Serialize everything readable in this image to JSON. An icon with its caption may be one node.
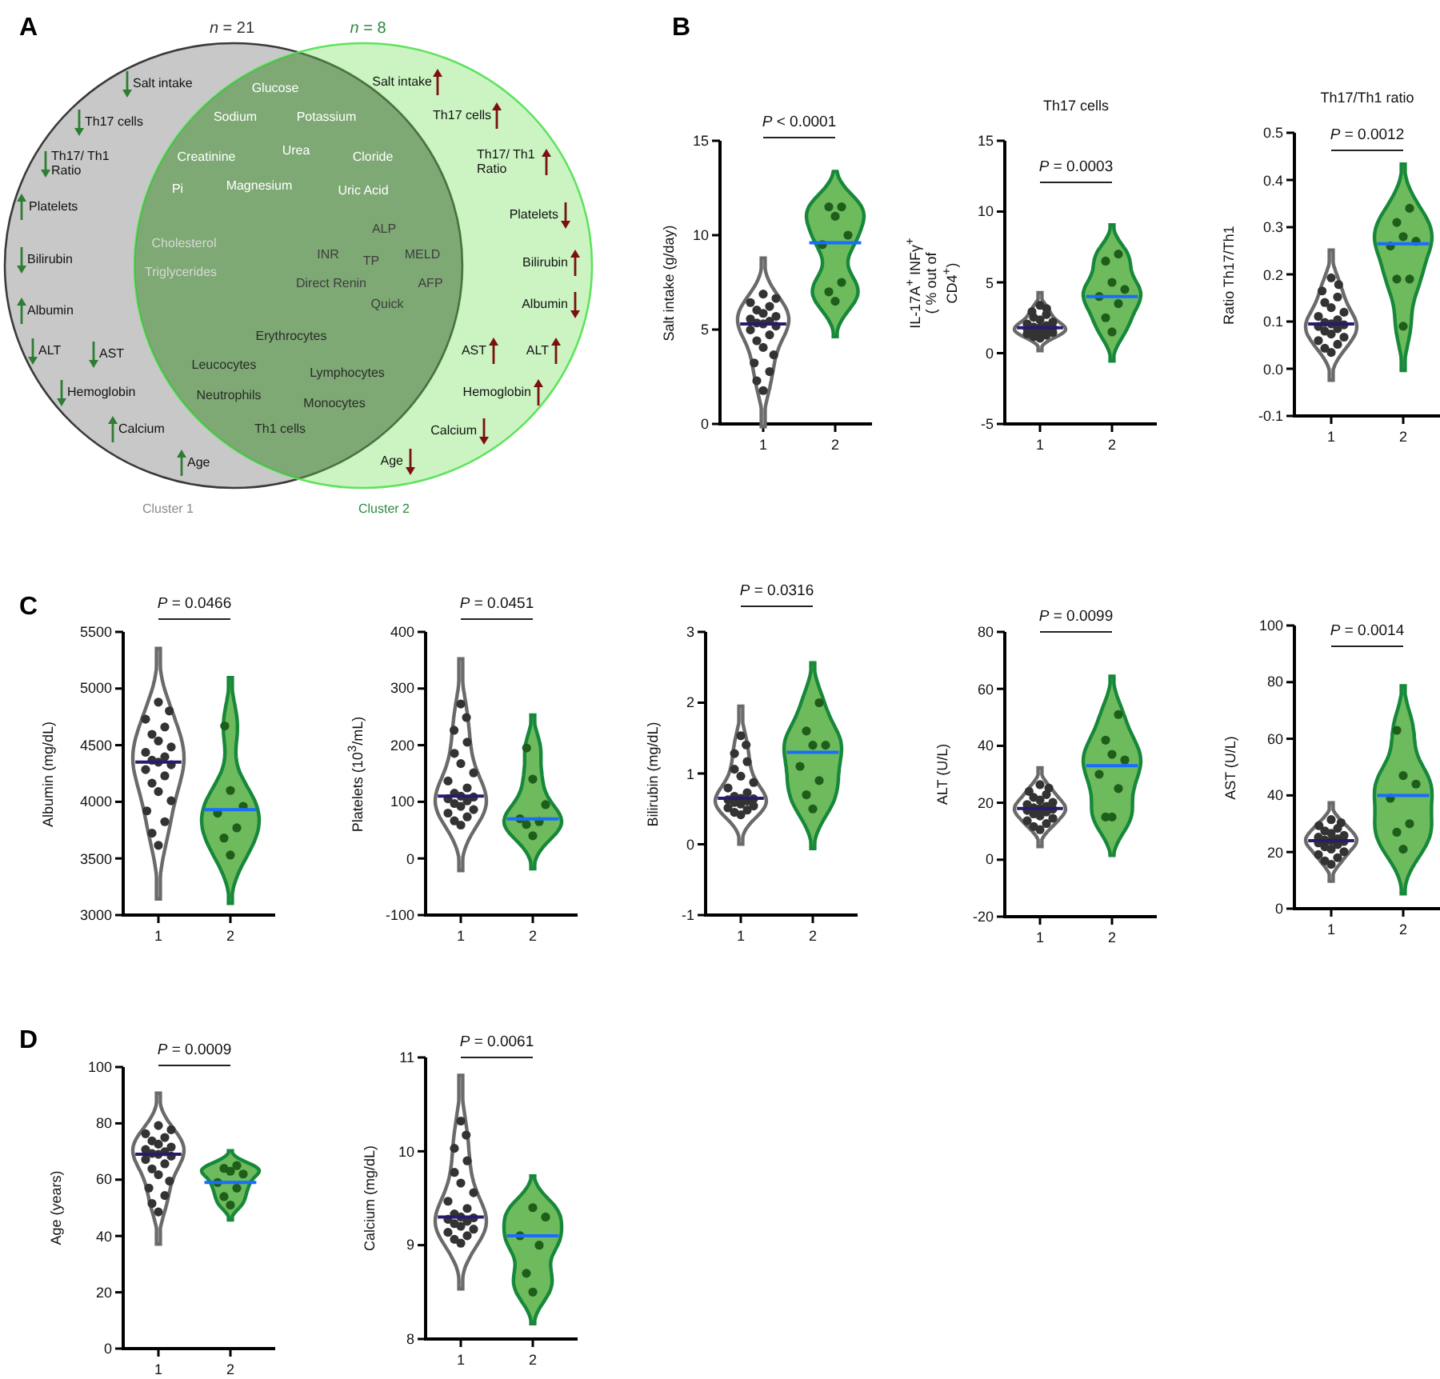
{
  "diagram": {
    "nodes": [
      {
        "text": [
          "*n* = 21",
          "Salt intake",
          "Th17 cells",
          "Th17/ Th1 Ratio",
          "Platelets",
          "Bilirubin",
          "Albumin",
          "ALT",
          "AST",
          "Hemoglobin",
          "Calcium",
          "Age"
        ],
        "beside": [
          "Cluster 1"
        ]
      },
      {
        "text": [
          "*n* = 8",
          "Salt intake",
          "Th17 cells",
          "Th17/ Th1 Ratio",
          "Platelets",
          "Bilirubin",
          "Albumin",
          "AST",
          "ALT",
          "Hemoglobin",
          "Calcium",
          "Age"
        ],
        "beside": [
          "Cluster 2"
        ]
      },
      {
        "text": [
          "Glucose",
          "Sodium",
          "Potassium",
          "Creatinine",
          "Urea",
          "Cloride",
          "Pi",
          "Magnesium",
          "Uric Acid",
          "ALP",
          "Cholesterol",
          "INR",
          "MELD",
          "TP",
          "Triglycerides",
          "Direct Renin",
          "AFP",
          "Quick",
          "Erythrocytes",
          "Leucocytes",
          "Lymphocytes",
          "Neutrophils",
          "Monocytes",
          "Th1 cells"
        ]
      }
    ],
    "edges": [],
    "labels": [
      "A",
      "B",
      "*P* < 0.0001",
      "Salt intake (g/day)",
      "15",
      "10",
      "5",
      "0",
      "1",
      "2",
      "Th17 cells",
      "*P* = 0.0003",
      "IL-17A$^{+}$ INFγ$^{+}$ ( % out of CD4$^{+}$)",
      "15",
      "10",
      "5",
      "0",
      "-5",
      "1",
      "2",
      "Th17/Th1 ratio",
      "*P* = 0.0012",
      "Ratio Th17/Th1",
      "0.5",
      "0.4",
      "0.3",
      "0.2",
      "0.1",
      "0.0",
      "-0.1",
      "1",
      "2",
      "C",
      "*P* = 0.0466",
      "Albumin (mg/dL)",
      "5500",
      "5000",
      "4500",
      "4000",
      "3500",
      "3000",
      "1",
      "2",
      "*P* = 0.0451",
      "Platelets (10$^{3}$/mL)",
      "400",
      "300",
      "200",
      "100",
      "0",
      "-100",
      "1",
      "2",
      "*P* = 0.0316",
      "Bilirubin (mg/dL)",
      "3",
      "2",
      "1",
      "0",
      "-1",
      "1",
      "2",
      "*P* = 0.0099",
      "ALT (U/L)",
      "80",
      "60",
      "40",
      "20",
      "0",
      "-20",
      "1",
      "2",
      "*P* = 0.0014",
      "AST (U/L)",
      "100",
      "80",
      "60",
      "40",
      "20",
      "0",
      "1",
      "2",
      "D",
      "*P* = 0.0009",
      "Age (years)",
      "100",
      "80",
      "60",
      "40",
      "20",
      "0",
      "1",
      "2",
      "*P* = 0.0061",
      "Calcium (mg/dL)",
      "11",
      "10",
      "9",
      "8",
      "1",
      "2"
    ]
  }
}
